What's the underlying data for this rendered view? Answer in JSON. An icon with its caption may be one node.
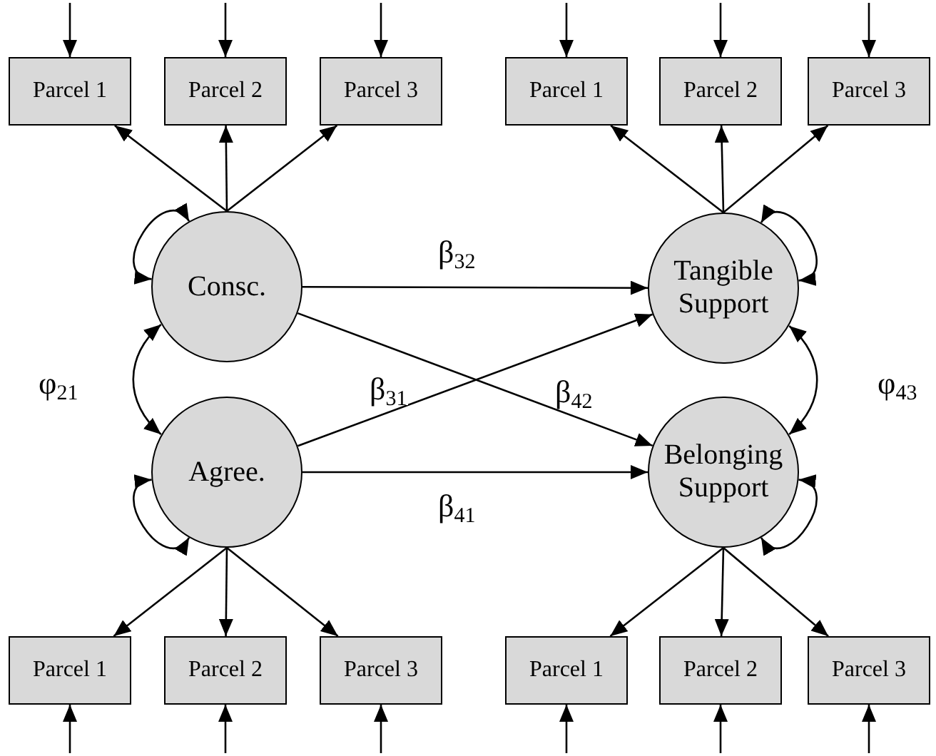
{
  "diagram": {
    "nodes": [
      {
        "text": [
          "Parcel 1"
        ]
      },
      {
        "text": [
          "Parcel 2"
        ]
      },
      {
        "text": [
          "Parcel 3"
        ]
      },
      {
        "text": [
          "Parcel 1"
        ]
      },
      {
        "text": [
          "Parcel 2"
        ]
      },
      {
        "text": [
          "Parcel 3"
        ]
      },
      {
        "text": [
          "Consc."
        ]
      },
      {
        "text": [
          "Tangible Support"
        ]
      },
      {
        "text": [
          "Agree."
        ]
      },
      {
        "text": [
          "Belonging Support"
        ]
      },
      {
        "text": [
          "Parcel 1"
        ]
      },
      {
        "text": [
          "Parcel 2"
        ]
      },
      {
        "text": [
          "Parcel 3"
        ]
      },
      {
        "text": [
          "Parcel 1"
        ]
      },
      {
        "text": [
          "Parcel 2"
        ]
      },
      {
        "text": [
          "Parcel 3"
        ]
      }
    ],
    "edges": [
      {
        "from": null,
        "to": 0,
        "arrow": "to"
      },
      {
        "from": null,
        "to": 1,
        "arrow": "to"
      },
      {
        "from": null,
        "to": 2,
        "arrow": "to"
      },
      {
        "from": null,
        "to": 3,
        "arrow": "to"
      },
      {
        "from": null,
        "to": 4,
        "arrow": "to"
      },
      {
        "from": null,
        "to": 5,
        "arrow": "to"
      },
      {
        "from": 6,
        "to": 0,
        "arrow": "to"
      },
      {
        "from": 6,
        "to": 1,
        "arrow": "to"
      },
      {
        "from": 6,
        "to": 2,
        "arrow": "to"
      },
      {
        "from": 7,
        "to": 3,
        "arrow": "to"
      },
      {
        "from": 7,
        "to": 4,
        "arrow": "to"
      },
      {
        "from": 7,
        "to": 5,
        "arrow": "to"
      },
      {
        "from": 6,
        "to": 6,
        "arrow": "both"
      },
      {
        "from": 7,
        "to": 7,
        "arrow": "both"
      },
      {
        "from": 6,
        "to": 7,
        "arrow": "to",
        "label": "β$_{32}$"
      },
      {
        "from": 6,
        "to": 9,
        "arrow": "to",
        "label": "β$_{42}$"
      },
      {
        "from": 8,
        "to": 7,
        "arrow": "to",
        "label": "β$_{31}$"
      },
      {
        "from": 8,
        "to": 9,
        "arrow": "to",
        "label": "β$_{41}$"
      },
      {
        "from": 6,
        "to": 8,
        "arrow": "both",
        "label": "φ$_{21}$"
      },
      {
        "from": 7,
        "to": 9,
        "arrow": "both",
        "label": "φ$_{43}$"
      },
      {
        "from": 8,
        "to": 8,
        "arrow": "both"
      },
      {
        "from": 9,
        "to": 9,
        "arrow": "both"
      },
      {
        "from": 8,
        "to": 10,
        "arrow": "to"
      },
      {
        "from": 8,
        "to": 11,
        "arrow": "to"
      },
      {
        "from": 8,
        "to": 12,
        "arrow": "to"
      },
      {
        "from": 9,
        "to": 13,
        "arrow": "to"
      },
      {
        "from": 9,
        "to": 14,
        "arrow": "to"
      },
      {
        "from": 9,
        "to": 15,
        "arrow": "to"
      },
      {
        "from": null,
        "to": 10,
        "arrow": "to"
      },
      {
        "from": null,
        "to": 11,
        "arrow": "to"
      },
      {
        "from": null,
        "to": 12,
        "arrow": "to"
      },
      {
        "from": null,
        "to": 13,
        "arrow": "to"
      },
      {
        "from": null,
        "to": 14,
        "arrow": "to"
      },
      {
        "from": null,
        "to": 15,
        "arrow": "to"
      }
    ]
  }
}
